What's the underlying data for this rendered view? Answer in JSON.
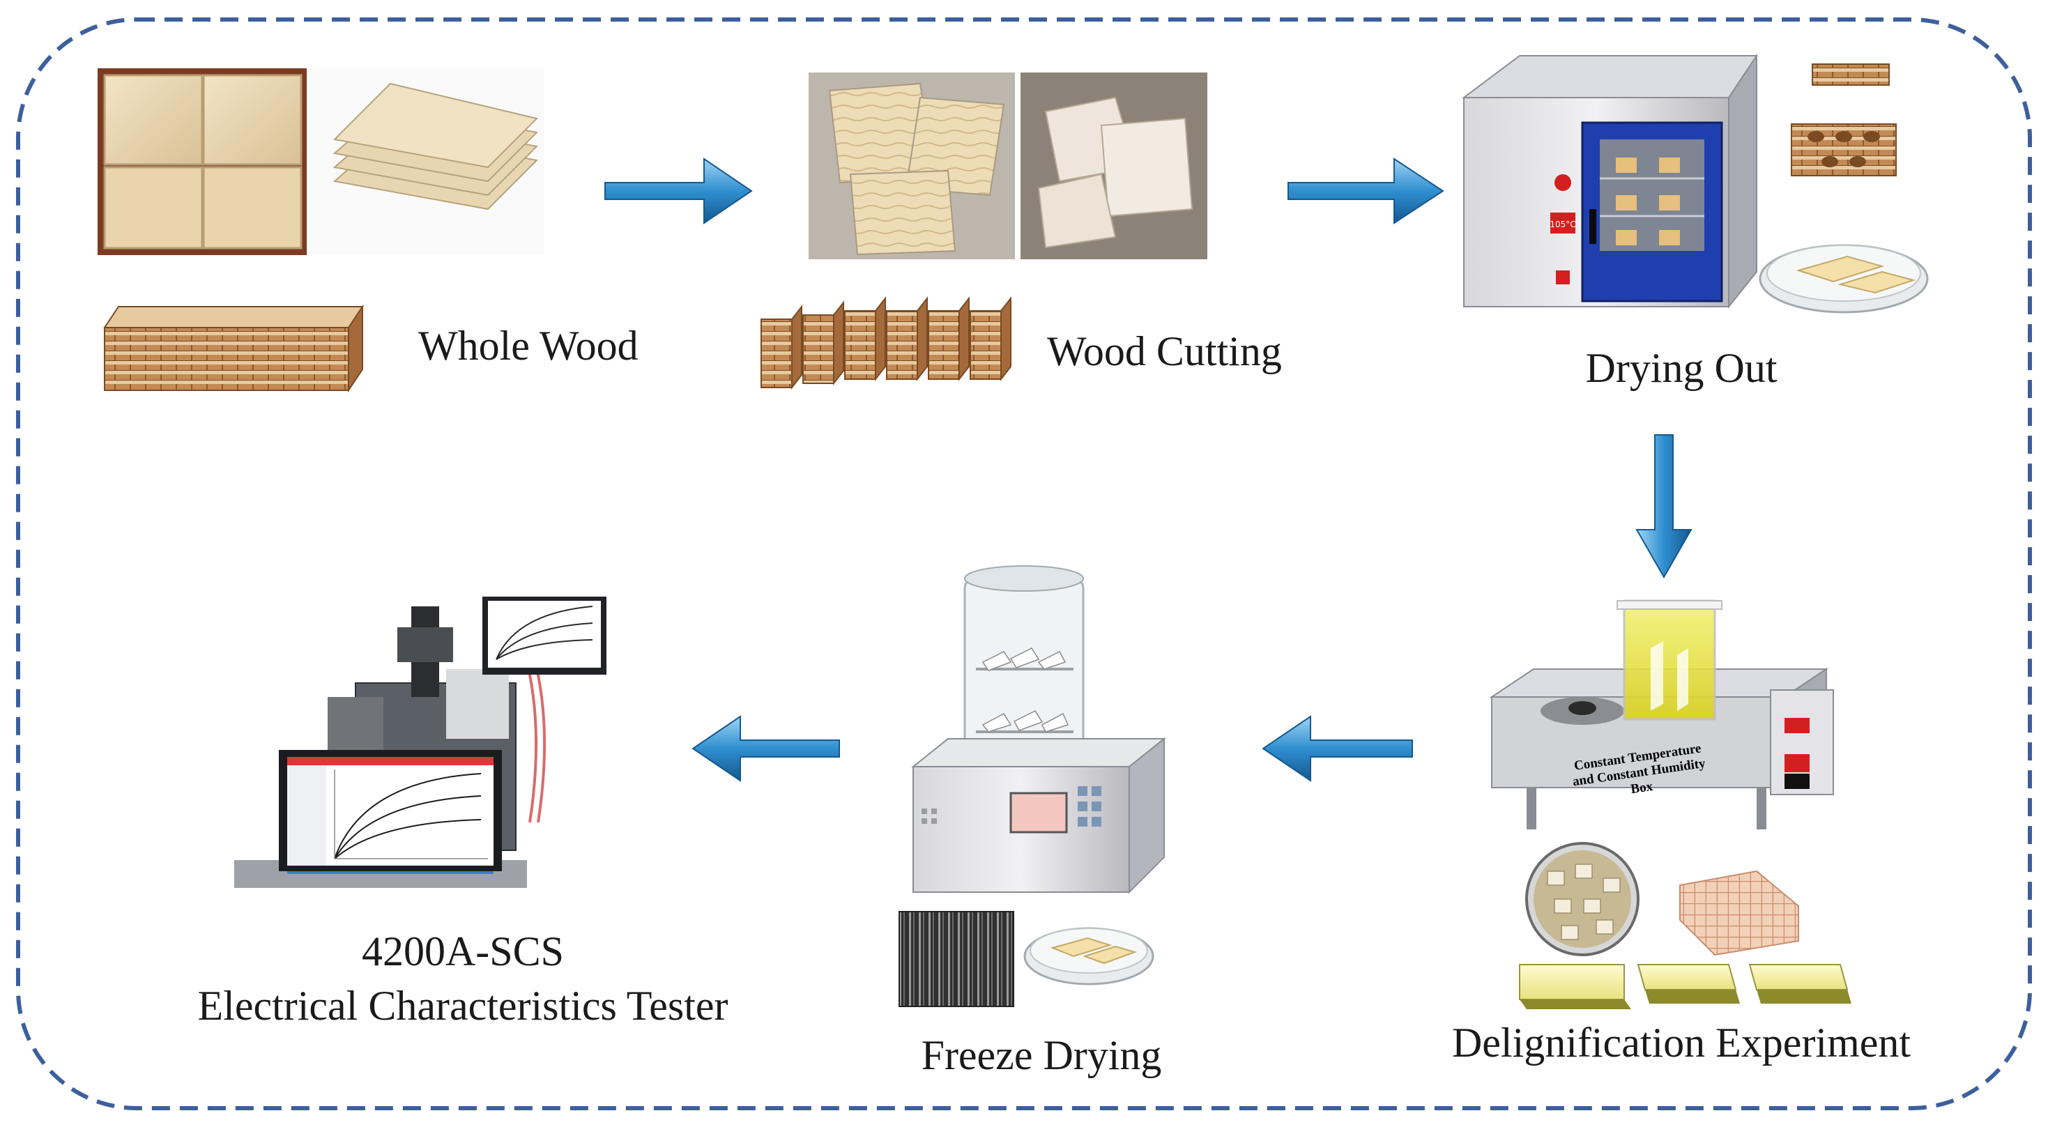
{
  "steps": {
    "whole_wood": {
      "label": "Whole Wood"
    },
    "wood_cutting": {
      "label": "Wood Cutting"
    },
    "drying_out": {
      "label": "Drying Out"
    },
    "delignification": {
      "label": "Delignification Experiment",
      "device_text_line1": "Constant Temperature",
      "device_text_line2": "and Constant Humidity",
      "device_text_line3": "Box"
    },
    "freeze_drying": {
      "label": "Freeze Drying"
    },
    "tester": {
      "label_line1": "4200A-SCS",
      "label_line2": "Electrical Characteristics Tester"
    }
  },
  "oven": {
    "display": "105°C"
  },
  "colors": {
    "border": "#3d5f9c",
    "arrow": "#2f8fd0",
    "wood_light": "#e6d3ad",
    "wood_dark": "#b9854f",
    "oven_door": "#1f3fae"
  }
}
